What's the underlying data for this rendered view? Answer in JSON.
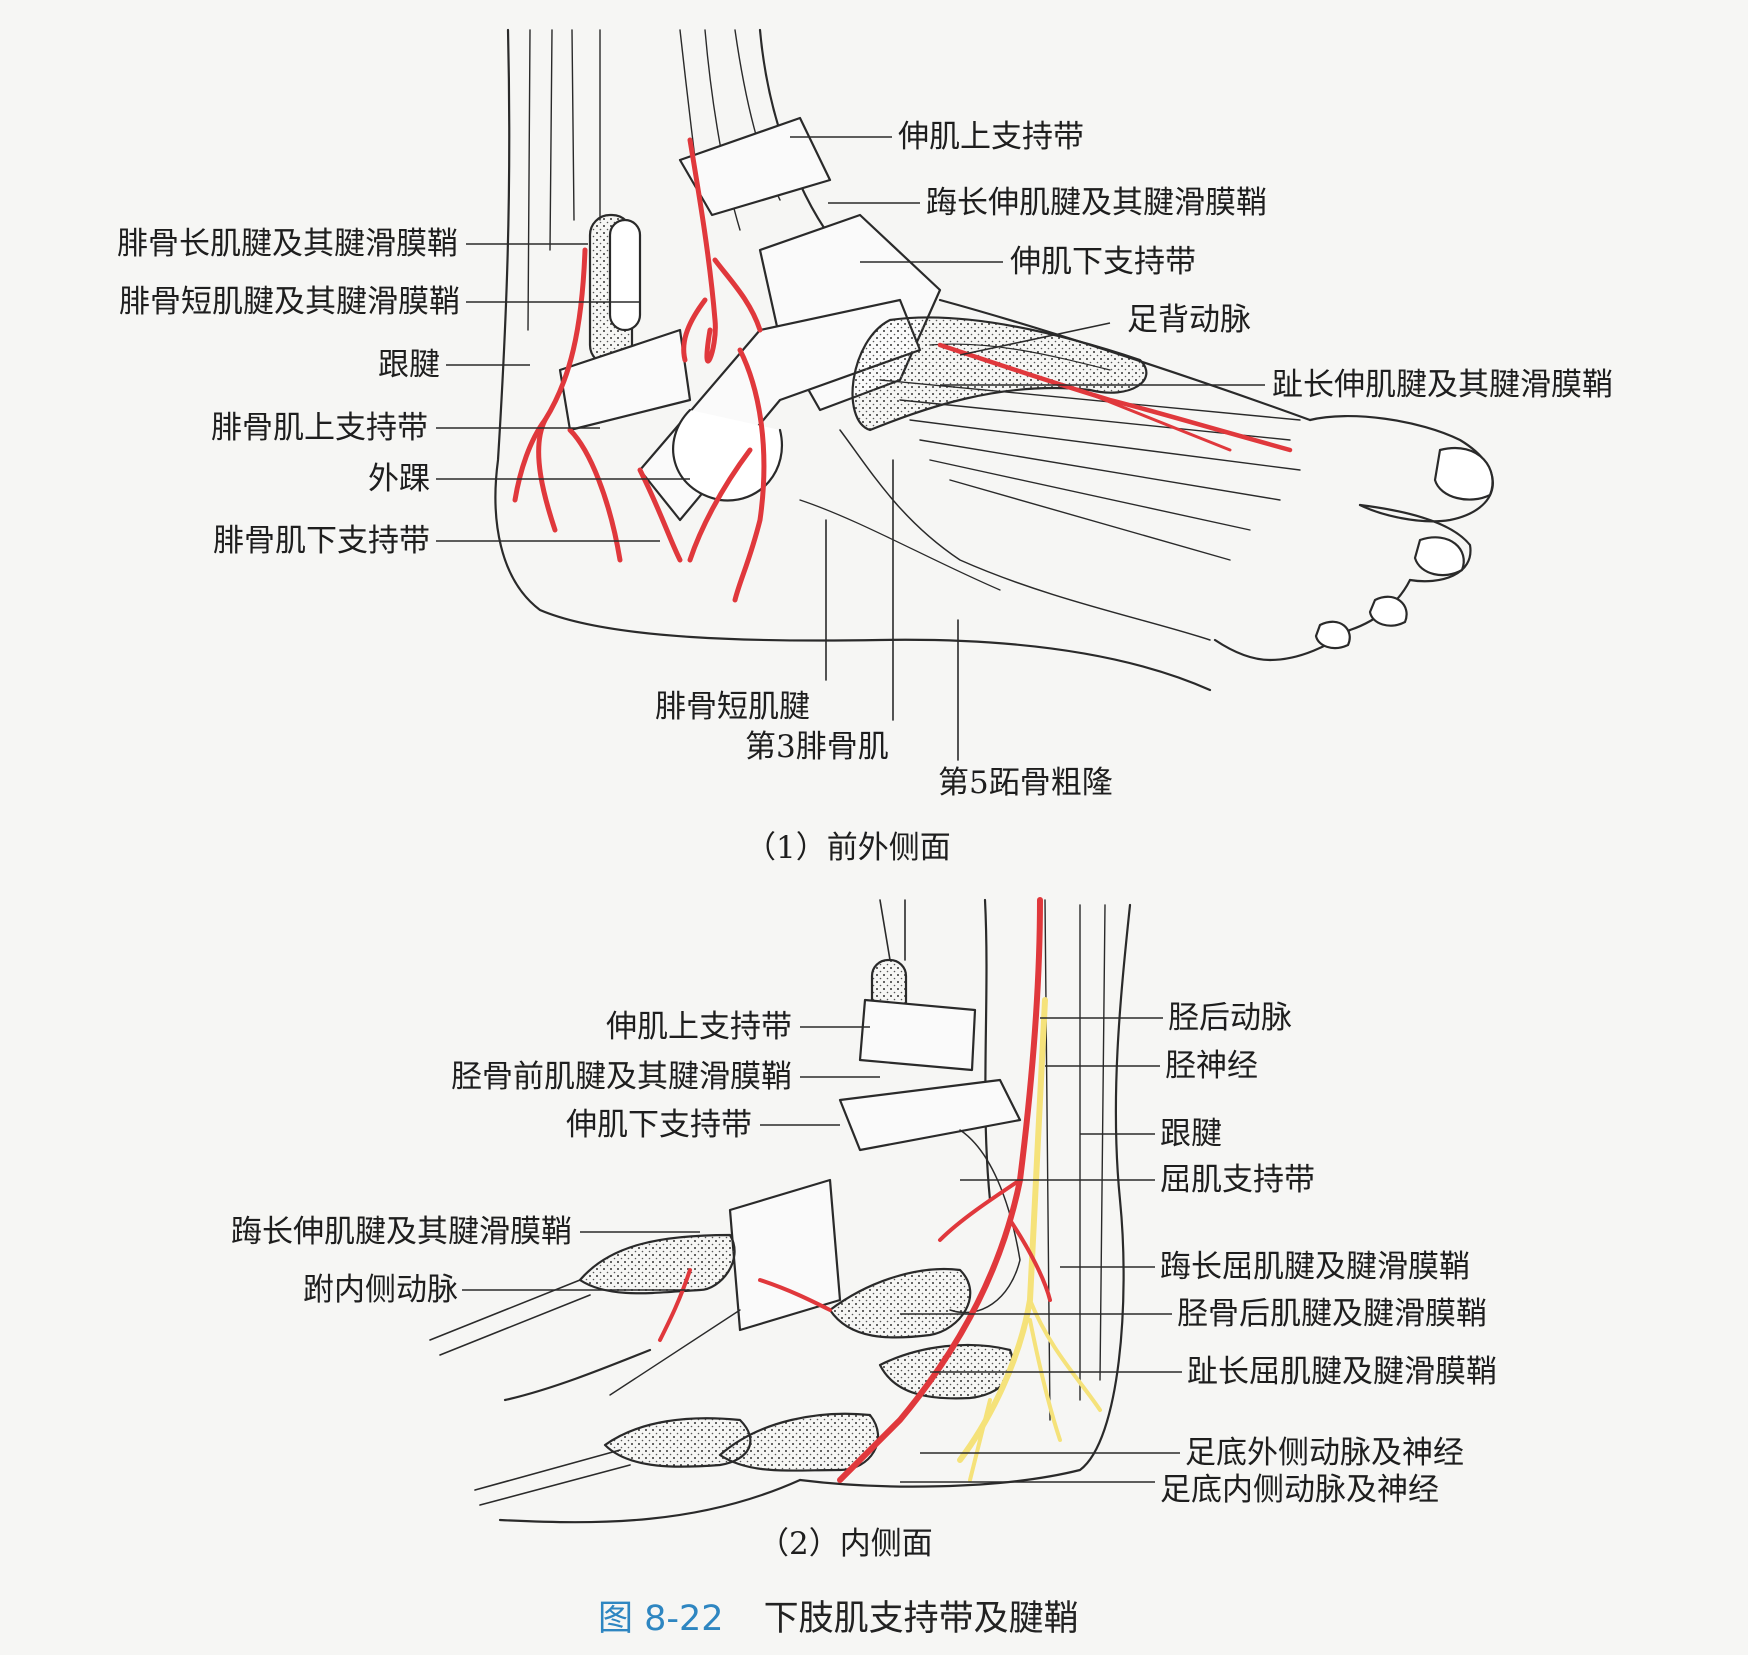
{
  "figure": {
    "number": "图 8-22",
    "title": "下肢肌支持带及腱鞘",
    "number_color": "#2e86c1"
  },
  "colors": {
    "artery": "#e0383c",
    "nerve": "#f5e27a",
    "line": "#2a2a2a"
  },
  "panel1": {
    "caption": "（1）前外侧面",
    "labels_left": [
      "腓骨长肌腱及其腱滑膜鞘",
      "腓骨短肌腱及其腱滑膜鞘",
      "跟腱",
      "腓骨肌上支持带",
      "外踝",
      "腓骨肌下支持带"
    ],
    "labels_right": [
      "伸肌上支持带",
      "踇长伸肌腱及其腱滑膜鞘",
      "伸肌下支持带",
      "足背动脉",
      "趾长伸肌腱及其腱滑膜鞘"
    ],
    "labels_bottom": [
      "腓骨短肌腱",
      "第3腓骨肌",
      "第5跖骨粗隆"
    ]
  },
  "panel2": {
    "caption": "（2）内侧面",
    "labels_left": [
      "伸肌上支持带",
      "胫骨前肌腱及其腱滑膜鞘",
      "伸肌下支持带",
      "踇长伸肌腱及其腱滑膜鞘",
      "跗内侧动脉"
    ],
    "labels_right": [
      "胫后动脉",
      "胫神经",
      "跟腱",
      "屈肌支持带",
      "踇长屈肌腱及腱滑膜鞘",
      "胫骨后肌腱及腱滑膜鞘",
      "趾长屈肌腱及腱滑膜鞘",
      "足底外侧动脉及神经",
      "足底内侧动脉及神经"
    ]
  }
}
